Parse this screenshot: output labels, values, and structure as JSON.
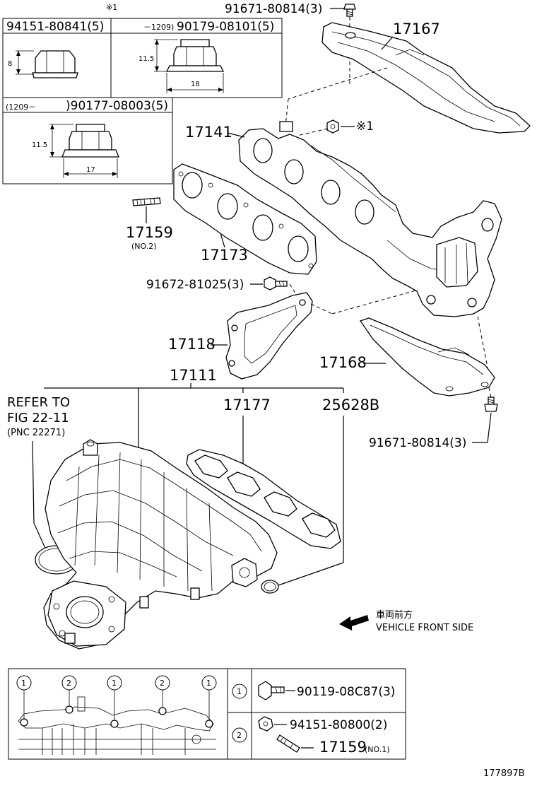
{
  "note_mark": "※1",
  "inset_nut_a": {
    "part": "94151-80841(5)",
    "height": "8"
  },
  "inset_nut_b": {
    "date": "－1209)",
    "part": "90179-08101(5)",
    "height": "11.5",
    "width": "18"
  },
  "inset_nut_c": {
    "date": "(1209－",
    "part": ")90177-08003(5)",
    "height": "11.5",
    "width": "17"
  },
  "labels": {
    "bolt_top": "91671-80814(3)",
    "heat_insulator_upper": "17167",
    "exhaust_manifold": "17141",
    "nut_mark": "※1",
    "stud": "17159",
    "stud_note": "(NO.2)",
    "gasket_exhaust": "17173",
    "bolt_stay": "91672-81025(3)",
    "stay": "17118",
    "heat_insulator_lower": "17168",
    "bolt_lower": "91671-80814(3)",
    "intake_manifold": "17111",
    "gasket_intake": "17177",
    "ring": "25628B",
    "refer_line1": "REFER TO",
    "refer_line2": "FIG 22-11",
    "refer_line3": "(PNC 22271)"
  },
  "front_side": {
    "jp": "車両前方",
    "en": "VEHICLE FRONT SIDE"
  },
  "legend": [
    {
      "key": "1",
      "part": "90119-08C87(3)"
    },
    {
      "key": "2",
      "part": "94151-80800(2)"
    },
    {
      "key": "",
      "part": "17159",
      "note": "(NO.1)"
    }
  ],
  "layout_markers": [
    "1",
    "2",
    "1",
    "2",
    "1"
  ],
  "figure_code": "177897B"
}
